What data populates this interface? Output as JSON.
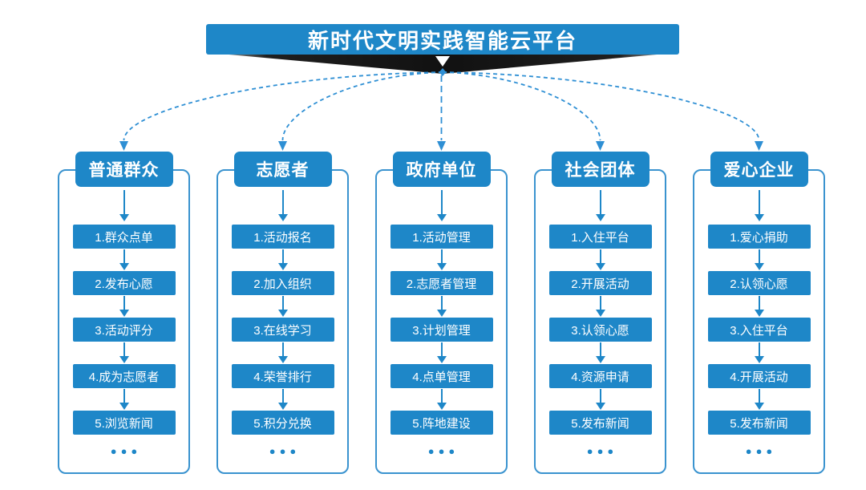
{
  "title": "新时代文明实践智能云平台",
  "more_indicator": "●●●",
  "colors": {
    "primary": "#1e87c8",
    "connector": "#2e8fd4",
    "container_border": "#3a93cf",
    "shadow": "#1f1f1f",
    "shadow_edge": "#b2b2b2",
    "arrow_on_shadow": "#ffffff",
    "background": "#ffffff",
    "text_on_primary": "#ffffff"
  },
  "columns": [
    {
      "header": "普通群众",
      "steps": [
        "1.群众点单",
        "2.发布心愿",
        "3.活动评分",
        "4.成为志愿者",
        "5.浏览新闻"
      ]
    },
    {
      "header": "志愿者",
      "steps": [
        "1.活动报名",
        "2.加入组织",
        "3.在线学习",
        "4.荣誉排行",
        "5.积分兑换"
      ]
    },
    {
      "header": "政府单位",
      "steps": [
        "1.活动管理",
        "2.志愿者管理",
        "3.计划管理",
        "4.点单管理",
        "5.阵地建设"
      ]
    },
    {
      "header": "社会团体",
      "steps": [
        "1.入住平台",
        "2.开展活动",
        "3.认领心愿",
        "4.资源申请",
        "5.发布新闻"
      ]
    },
    {
      "header": "爱心企业",
      "steps": [
        "1.爱心捐助",
        "2.认领心愿",
        "3.入住平台",
        "4.开展活动",
        "5.发布新闻"
      ]
    }
  ]
}
